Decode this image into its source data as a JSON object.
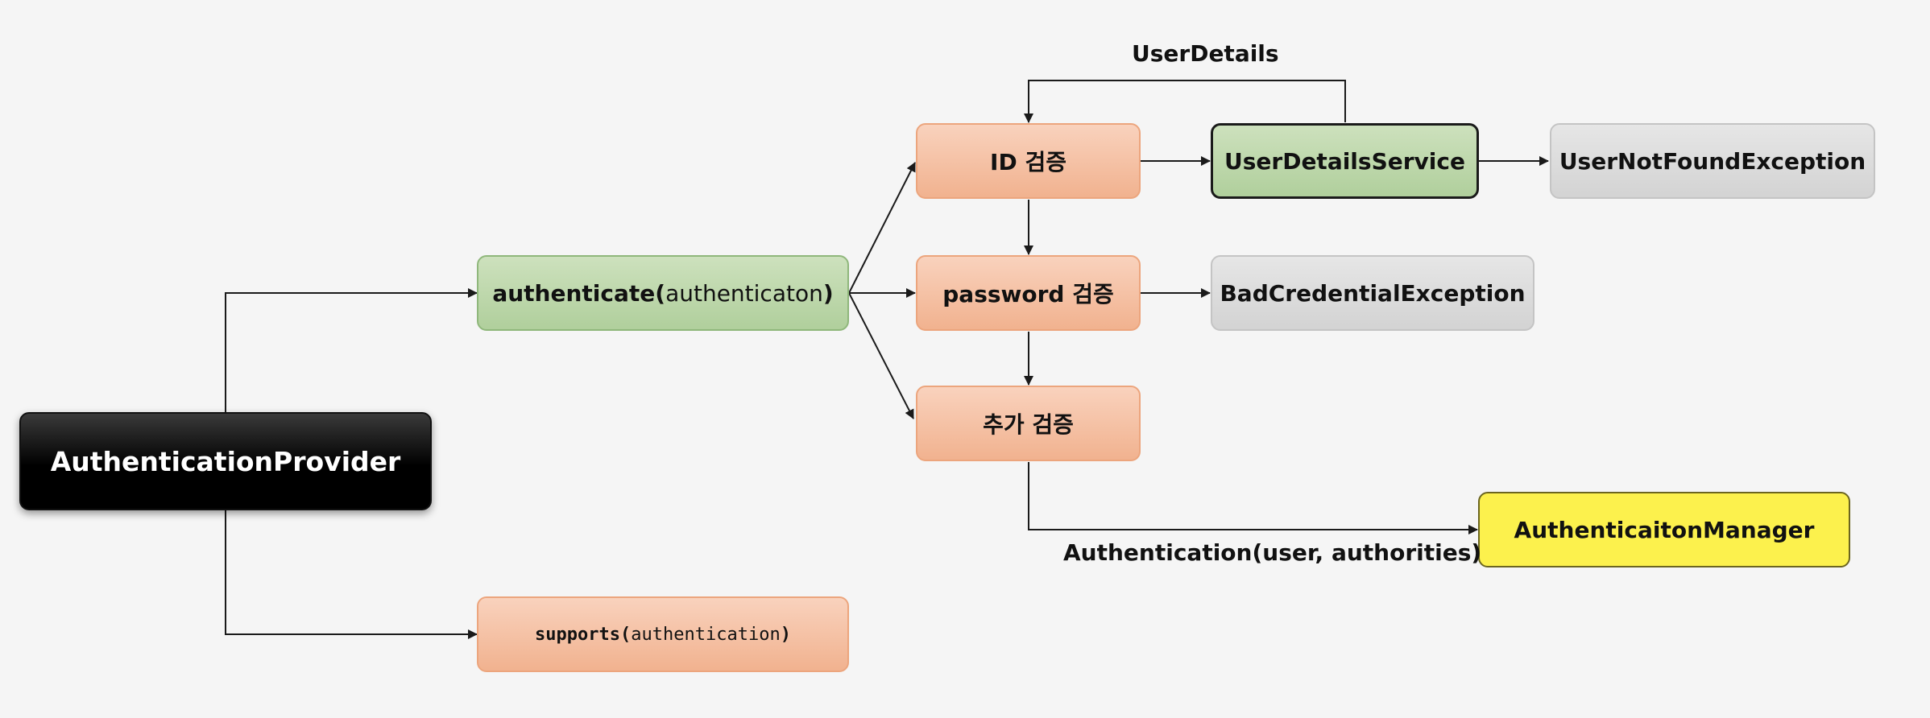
{
  "nodes": {
    "provider": "AuthenticationProvider",
    "authenticate": {
      "name": "authenticate",
      "open": "(",
      "param": "authenticaton",
      "close": ")"
    },
    "supports": {
      "name": "supports",
      "open": "(",
      "param": "authentication",
      "close": ")"
    },
    "id_check": "ID 검증",
    "password_check": "password 검증",
    "extra_check": "추가 검증",
    "user_details_service": "UserDetailsService",
    "user_not_found": "UserNotFoundException",
    "bad_credential": "BadCredentialException",
    "manager": "AuthenticaitonManager"
  },
  "edge_labels": {
    "user_details": "UserDetails",
    "authentication_result": "Authentication(user, authorities)"
  },
  "colors": {
    "orange_fill": "#f4bfa0",
    "green_fill": "#bdd7ab",
    "gray_fill": "#dcdcdc",
    "yellow_fill": "#fcf14d",
    "dark_fill": "#000000",
    "line": "#1a1a1a"
  }
}
